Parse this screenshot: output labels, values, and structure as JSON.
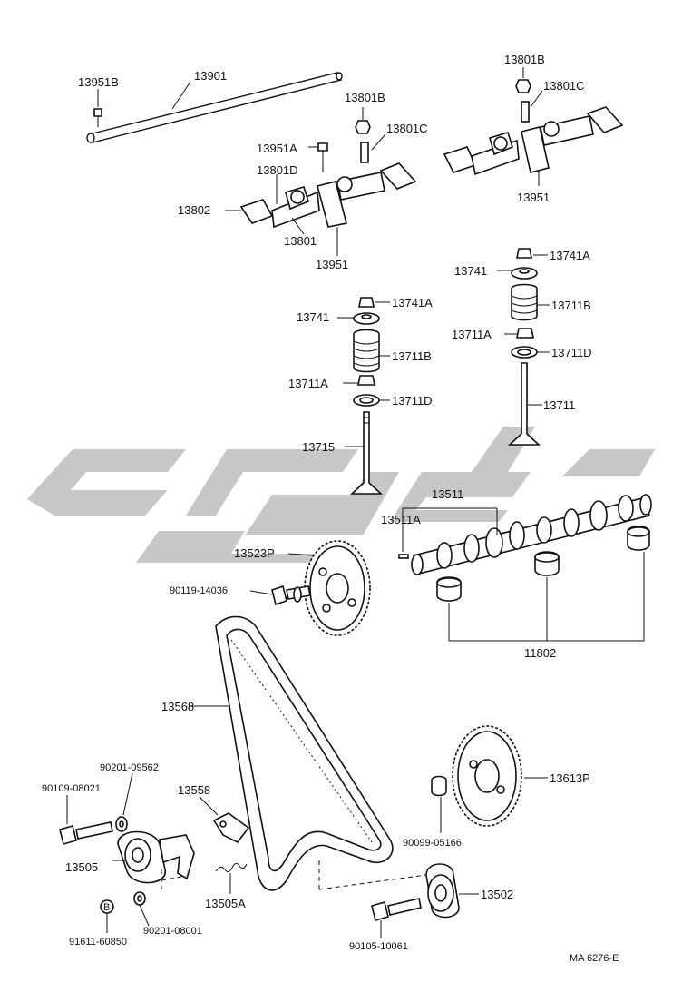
{
  "labels": {
    "l13951B": "13951B",
    "l13901": "13901",
    "l13801B_a": "13801B",
    "l13801C_a": "13801C",
    "l13951A": "13951A",
    "l13801D": "13801D",
    "l13802": "13802",
    "l13801": "13801",
    "l13951_a": "13951",
    "l13801B_b": "13801B",
    "l13801C_b": "13801C",
    "l13951_b": "13951",
    "l13741A_a": "13741A",
    "l13741_a": "13741",
    "l13711B_a": "13711B",
    "l13711A_a": "13711A",
    "l13711D_a": "13711D",
    "l13711": "13711",
    "l13741A_b": "13741A",
    "l13741_b": "13741",
    "l13711B_b": "13711B",
    "l13711A_b": "13711A",
    "l13711D_b": "13711D",
    "l13715": "13715",
    "l13511": "13511",
    "l13511A": "13511A",
    "l13523P": "13523P",
    "l90119": "90119-14036",
    "l11802": "11802",
    "l13568": "13568",
    "l13613P": "13613P",
    "l90201_09562": "90201-09562",
    "l90109": "90109-08021",
    "l13558": "13558",
    "l13505": "13505",
    "l13505A": "13505A",
    "l90099": "90099-05166",
    "l13502": "13502",
    "lB": "B",
    "l91611": "91611-60850",
    "l90201_08001": "90201-08001",
    "l90105": "90105-10061",
    "code": "MA  6276-E"
  }
}
